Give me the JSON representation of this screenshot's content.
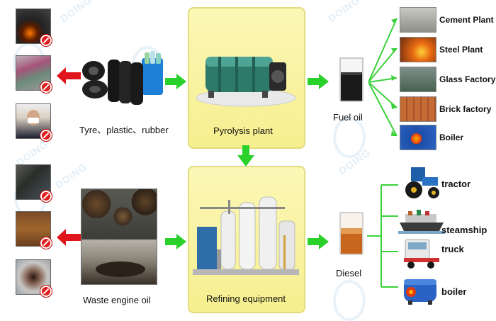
{
  "colors": {
    "arrow_green": "#2ad12a",
    "arrow_red": "#e0161c",
    "panel_yellow": "#f6ef8f",
    "line_green": "#3bd13b"
  },
  "watermark": "DOING",
  "left_top": {
    "label": "Tyre、plastic、rubber"
  },
  "left_bottom": {
    "label": "Waste engine oil"
  },
  "center_top": {
    "label": "Pyrolysis plant"
  },
  "center_bottom": {
    "label": "Refining equipment"
  },
  "product_top": {
    "label": "Fuel oil"
  },
  "product_bottom": {
    "label": "Diesel"
  },
  "fuel_uses": [
    "Cement Plant",
    "Steel Plant",
    "Glass Factory",
    "Brick factory",
    "Boiler"
  ],
  "diesel_uses": [
    "tractor",
    "steamship",
    "truck",
    "boiler"
  ]
}
